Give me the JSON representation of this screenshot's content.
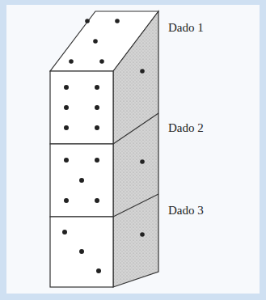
{
  "diagram": {
    "labels": [
      "Dado 1",
      "Dado 2",
      "Dado 3"
    ]
  }
}
